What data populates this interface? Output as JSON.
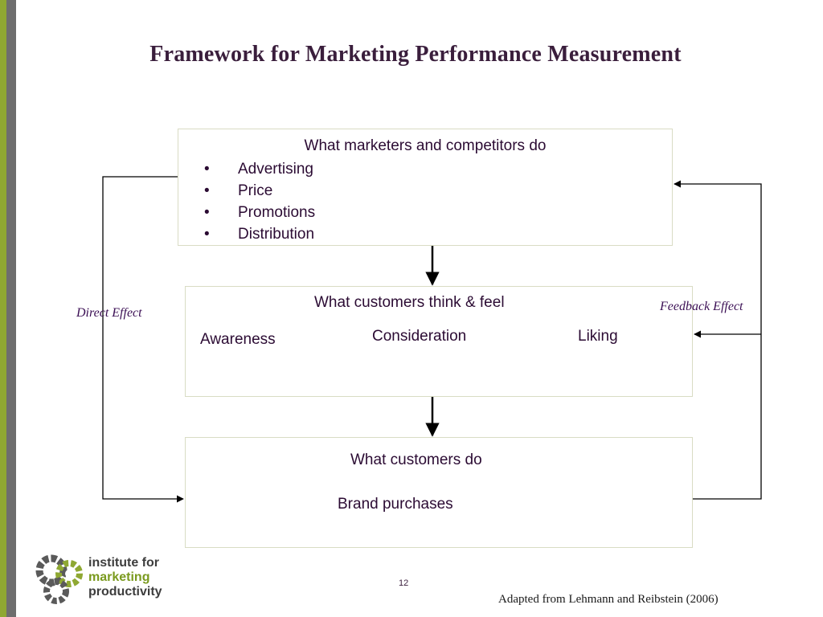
{
  "slide": {
    "title": "Framework for Marketing Performance Measurement",
    "slide_number": "12",
    "citation": "Adapted from Lehmann and Reibstein (2006)"
  },
  "box1": {
    "heading": "What marketers and competitors do",
    "items": [
      "Advertising",
      "Price",
      "Promotions",
      "Distribution"
    ]
  },
  "box2": {
    "heading": "What customers think & feel",
    "stages": [
      "Awareness",
      "Consideration",
      "Liking"
    ]
  },
  "box3": {
    "heading": "What customers do",
    "outcome": "Brand purchases"
  },
  "labels": {
    "direct_effect": "Direct Effect",
    "feedback_effect": "Feedback Effect"
  },
  "logo": {
    "line1": "institute for",
    "line2": "marketing",
    "line3": "productivity",
    "colors": {
      "line1": "#3d3d3d",
      "line2": "#7a9a1e",
      "line3": "#3d3d3d"
    }
  },
  "colors": {
    "title": "#3a1e3c",
    "text": "#2b0b33",
    "italic_label": "#3b0f54",
    "accent_green": "#8fa832",
    "accent_gray": "#6e6e6e",
    "box_border": "#d9dcc4"
  }
}
